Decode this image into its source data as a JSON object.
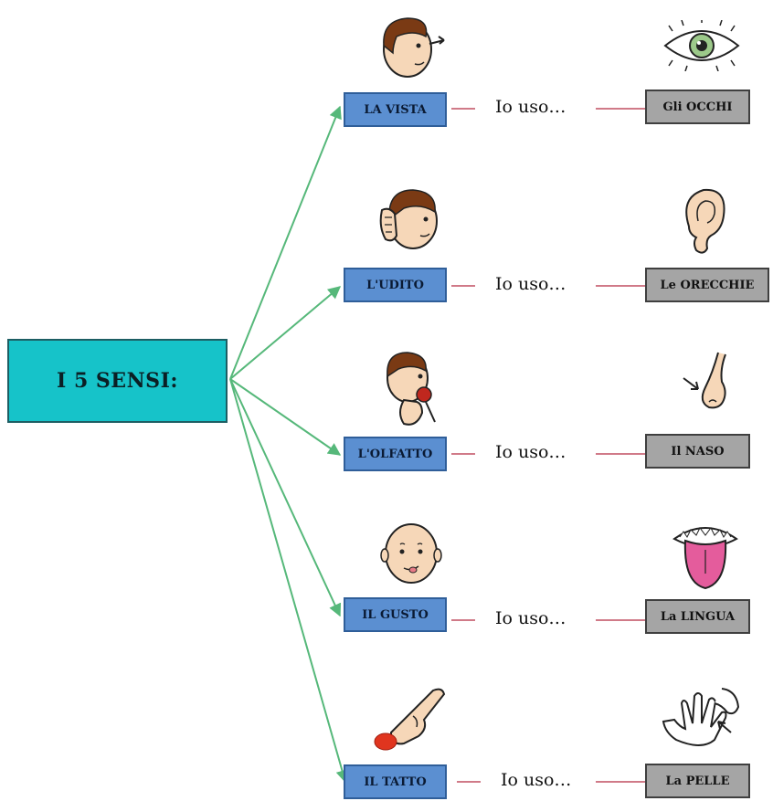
{
  "center": {
    "label": "I 5 SENSI:"
  },
  "connector_word": "Io uso…",
  "colors": {
    "center_fill": "#16c3c9",
    "sense_fill": "#5b8fd1",
    "organ_fill": "#a5a5a5",
    "arrow": "#56b87a",
    "connector": "#d07a88"
  },
  "senses": [
    {
      "sense": "LA VISTA",
      "organ": "Gli OCCHI",
      "icon": "child-looking-icon",
      "organ_icon": "eye-icon"
    },
    {
      "sense": "L'UDITO",
      "organ": "Le ORECCHIE",
      "icon": "child-listening-icon",
      "organ_icon": "ear-icon"
    },
    {
      "sense": "L'OLFATTO",
      "organ": "Il NASO",
      "icon": "child-smelling-icon",
      "organ_icon": "nose-icon"
    },
    {
      "sense": "IL GUSTO",
      "organ": "La LINGUA",
      "icon": "child-tasting-icon",
      "organ_icon": "tongue-icon"
    },
    {
      "sense": "IL TATTO",
      "organ": "La PELLE",
      "icon": "finger-touching-icon",
      "organ_icon": "hand-skin-icon"
    }
  ]
}
